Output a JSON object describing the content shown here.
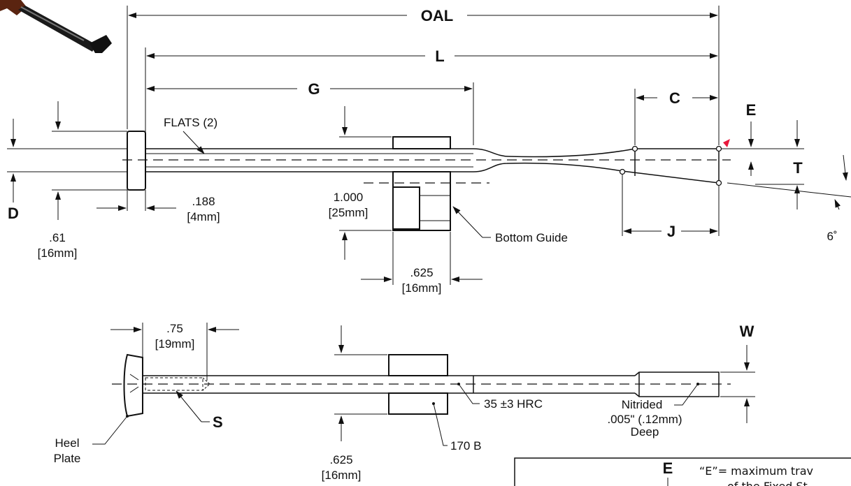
{
  "dimensions": {
    "oal": "OAL",
    "l": "L",
    "g": "G",
    "c": "C",
    "e": "E",
    "t": "T",
    "d": "D",
    "j": "J",
    "w": "W",
    "s": "S",
    "angle": "6˚"
  },
  "notes": {
    "flats": "FLATS (2)",
    "dim_188": ".188",
    "dim_188_mm": "[4mm]",
    "dim_61": ".61",
    "dim_61_mm": "[16mm]",
    "dim_1000": "1.000",
    "dim_1000_mm": "[25mm]",
    "dim_625_top": ".625",
    "dim_625_top_mm": "[16mm]",
    "bottom_guide": "Bottom Guide",
    "dim_75": ".75",
    "dim_75_mm": "[19mm]",
    "hardness": "35 ±3 HRC",
    "nitrided": "Nitrided",
    "nitride_depth": ".005\" (.12mm)",
    "nitride_deep": "Deep",
    "heel": "Heel",
    "plate": "Plate",
    "brinell": "170 B",
    "dim_625_bottom": ".625",
    "dim_625_bottom_mm": "[16mm]"
  },
  "legend": {
    "key": "E",
    "text_line1": "“E”= maximum trav",
    "text_line2": "of the Fixed St"
  },
  "colors": {
    "line": "#111111",
    "marker": "#e8193c",
    "pin_dark": "#1a1a1a",
    "pin_brown": "#5a2410"
  }
}
